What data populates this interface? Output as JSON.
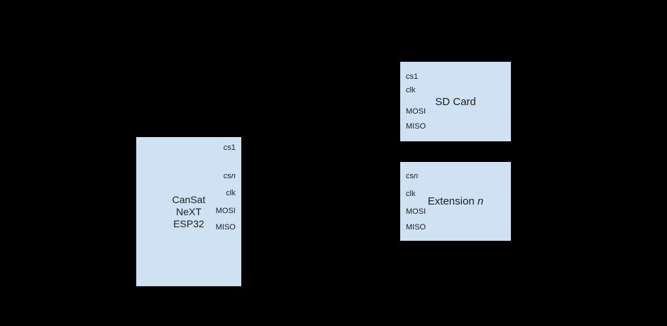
{
  "colors": {
    "background": "#000000",
    "box_fill": "#cfe2f3",
    "text": "#1f1f1f"
  },
  "esp32_box": {
    "title_line1": "CanSat",
    "title_line2": "NeXT",
    "title_line3": "ESP32",
    "pin_cs1": "cs1",
    "pin_csn_text": "cs",
    "pin_csn_italic": "n",
    "pin_clk": "clk",
    "pin_mosi": "MOSI",
    "pin_miso": "MISO"
  },
  "sd_box": {
    "title": "SD Card",
    "pin_cs1": "cs1",
    "pin_clk": "clk",
    "pin_mosi": "MOSI",
    "pin_miso": "MISO"
  },
  "extension_box": {
    "title_text": "Extension ",
    "title_italic": "n",
    "pin_csn_text": "cs",
    "pin_csn_italic": "n",
    "pin_clk": "clk",
    "pin_mosi": "MOSI",
    "pin_miso": "MISO"
  }
}
